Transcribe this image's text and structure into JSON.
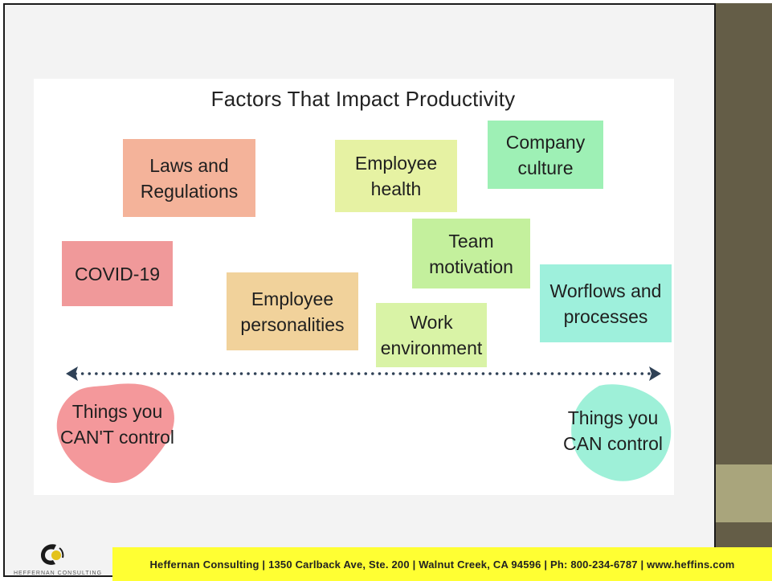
{
  "title": "Factors That Impact Productivity",
  "notes": [
    {
      "id": "laws",
      "text_lines": [
        "Laws and",
        "Regulations"
      ],
      "color": "#f4b39a"
    },
    {
      "id": "covid",
      "text_lines": [
        "COVID-19"
      ],
      "color": "#f0999a"
    },
    {
      "id": "personalities",
      "text_lines": [
        "Employee",
        "personalities"
      ],
      "color": "#f1d29b"
    },
    {
      "id": "health",
      "text_lines": [
        "Employee",
        "health"
      ],
      "color": "#e6f2a3"
    },
    {
      "id": "culture",
      "text_lines": [
        "Company",
        "culture"
      ],
      "color": "#9ef0b5"
    },
    {
      "id": "motivation",
      "text_lines": [
        "Team",
        "motivation"
      ],
      "color": "#c4f09d"
    },
    {
      "id": "environment",
      "text_lines": [
        "Work",
        "environment"
      ],
      "color": "#d9f3a6"
    },
    {
      "id": "workflows",
      "text_lines": [
        "Worflows and",
        "processes"
      ],
      "color": "#9ef0dc"
    }
  ],
  "left_label": {
    "lines": [
      "Things you",
      "CAN'T control"
    ],
    "color": "#f4989b"
  },
  "right_label": {
    "lines": [
      "Things you",
      "CAN control"
    ],
    "color": "#9ef0d8"
  },
  "axis_color": "#2f4156",
  "footer": {
    "text": "Heffernan Consulting | 1350 Carlback Ave, Ste. 200 | Walnut Creek, CA 94596 | Ph: 800-234-6787 | www.heffins.com"
  },
  "logo": {
    "text": "HEFFERNAN CONSULTING"
  }
}
